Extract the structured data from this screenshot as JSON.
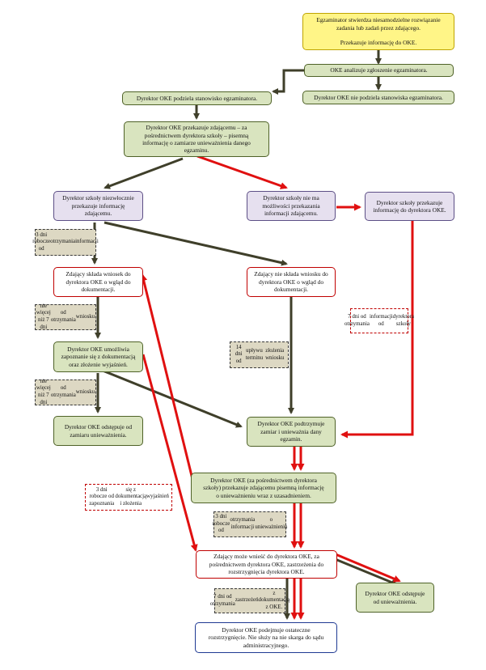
{
  "boxes": {
    "b1": {
      "lines": [
        "Egzaminator stwierdza niesamodzielne rozwiązanie",
        "zadania lub zadań przez zdającego.",
        "",
        "Przekazuje informację do OKE."
      ]
    },
    "b2": {
      "lines": [
        "OKE analizuje zgłoszenie egzaminatora."
      ]
    },
    "b3": {
      "lines": [
        "Dyrektor OKE podziela stanowisko egzaminatora."
      ]
    },
    "b4": {
      "lines": [
        "Dyrektor OKE nie podziela stanowiska egzaminatora."
      ]
    },
    "b5": {
      "lines": [
        "Dyrektor OKE przekazuje zdającemu – za",
        "pośrednictwem dyrektora szkoły – pisemną",
        "informację o zamiarze unieważnienia danego",
        "egzaminu."
      ]
    },
    "b6": {
      "lines": [
        "Dyrektor szkoły niezwłocznie",
        "przekazuje informację",
        "zdającemu."
      ]
    },
    "b7": {
      "lines": [
        "Dyrektor szkoły nie ma",
        "możliwości przekazania",
        "informacji zdającemu."
      ]
    },
    "b8": {
      "lines": [
        "Dyrektor szkoły przekazuje",
        "informację do dyrektora OKE."
      ]
    },
    "b9": {
      "lines": [
        "Zdający składa wniosek do",
        "dyrektora OKE o wgląd do",
        "dokumentacji."
      ]
    },
    "b10": {
      "lines": [
        "Zdający nie składa wniosku do",
        "dyrektora OKE o wgląd do",
        "dokumentacji."
      ]
    },
    "b11": {
      "lines": [
        "Dyrektor OKE umożliwia",
        "zapoznanie się z dokumentacją",
        "oraz złożenie wyjaśnień."
      ]
    },
    "b12": {
      "lines": [
        "Dyrektor OKE odstępuje od",
        "zamiaru unieważnienia."
      ]
    },
    "b13": {
      "lines": [
        "Dyrektor OKE podtrzymuje",
        "zamiar i unieważnia dany",
        "egzamin."
      ]
    },
    "b14": {
      "lines": [
        "Dyrektor OKE (za pośrednictwem dyrektora",
        "szkoły) przekazuje zdającemu pisemną informację",
        "o unieważnieniu wraz z uzasadnieniem."
      ]
    },
    "b15": {
      "lines": [
        "Zdający może wnieść do dyrektora OKE, za",
        "pośrednictwem dyrektora OKE, zastrzeżenia do",
        "rozstrzygnięcia dyrektora OKE."
      ]
    },
    "b16": {
      "lines": [
        "Dyrektor OKE odstępuje",
        "od unieważnienia."
      ]
    },
    "b17": {
      "lines": [
        "Dyrektor OKE podejmuje ostateczne",
        "rozstrzygnięcie. Nie służy na nie skarga do sądu",
        "administracyjnego."
      ]
    }
  },
  "notes": {
    "n1": {
      "lines": [
        "3 dni robocze od",
        "otrzymania",
        "informacji"
      ]
    },
    "n2": {
      "lines": [
        "nie więcej niż 7 dni",
        "od otrzymania",
        "wniosku"
      ]
    },
    "n3": {
      "lines": [
        "nie więcej niż 7 dni",
        "od otrzymania",
        "wniosku"
      ]
    },
    "n4": {
      "lines": [
        "14 dni od",
        "upływu terminu",
        "złożenia wniosku"
      ]
    },
    "n5": {
      "lines": [
        "7 dni od otrzymania",
        "informacji od",
        "dyrektora szkoły"
      ]
    },
    "n6": {
      "lines": [
        "3 dni robocze od zapoznania",
        "się z dokumentacją i złożenia",
        "wyjaśnień"
      ]
    },
    "n7": {
      "lines": [
        "3 dni robocze od",
        "otrzymania informacji",
        "o unieważnieniu"
      ]
    },
    "n8": {
      "lines": [
        "7 dni od otrzymania",
        "zastrzeżeń",
        "z dokumentacją z OKE."
      ]
    }
  }
}
